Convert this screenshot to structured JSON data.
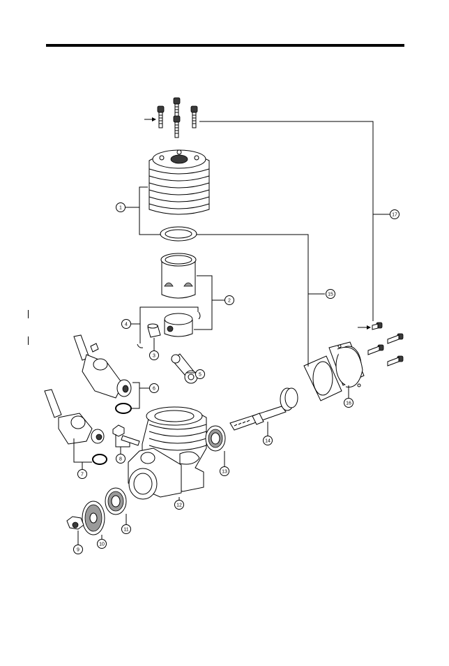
{
  "diagram": {
    "callouts": [
      {
        "id": "c1",
        "label": "1"
      },
      {
        "id": "c2",
        "label": "2"
      },
      {
        "id": "c3",
        "label": "3"
      },
      {
        "id": "c4",
        "label": "4"
      },
      {
        "id": "c5",
        "label": "5"
      },
      {
        "id": "c6",
        "label": "6"
      },
      {
        "id": "c7",
        "label": "7"
      },
      {
        "id": "c8",
        "label": "8"
      },
      {
        "id": "c9",
        "label": "9"
      },
      {
        "id": "c10",
        "label": "10"
      },
      {
        "id": "c11",
        "label": "11"
      },
      {
        "id": "c12",
        "label": "12"
      },
      {
        "id": "c13",
        "label": "13"
      },
      {
        "id": "c14",
        "label": "14"
      },
      {
        "id": "c15",
        "label": "15"
      },
      {
        "id": "c16",
        "label": "16"
      },
      {
        "id": "c17",
        "label": "17"
      }
    ],
    "colors": {
      "ink": "#000000",
      "shade": "#9a9a9a",
      "paper": "#ffffff"
    }
  }
}
